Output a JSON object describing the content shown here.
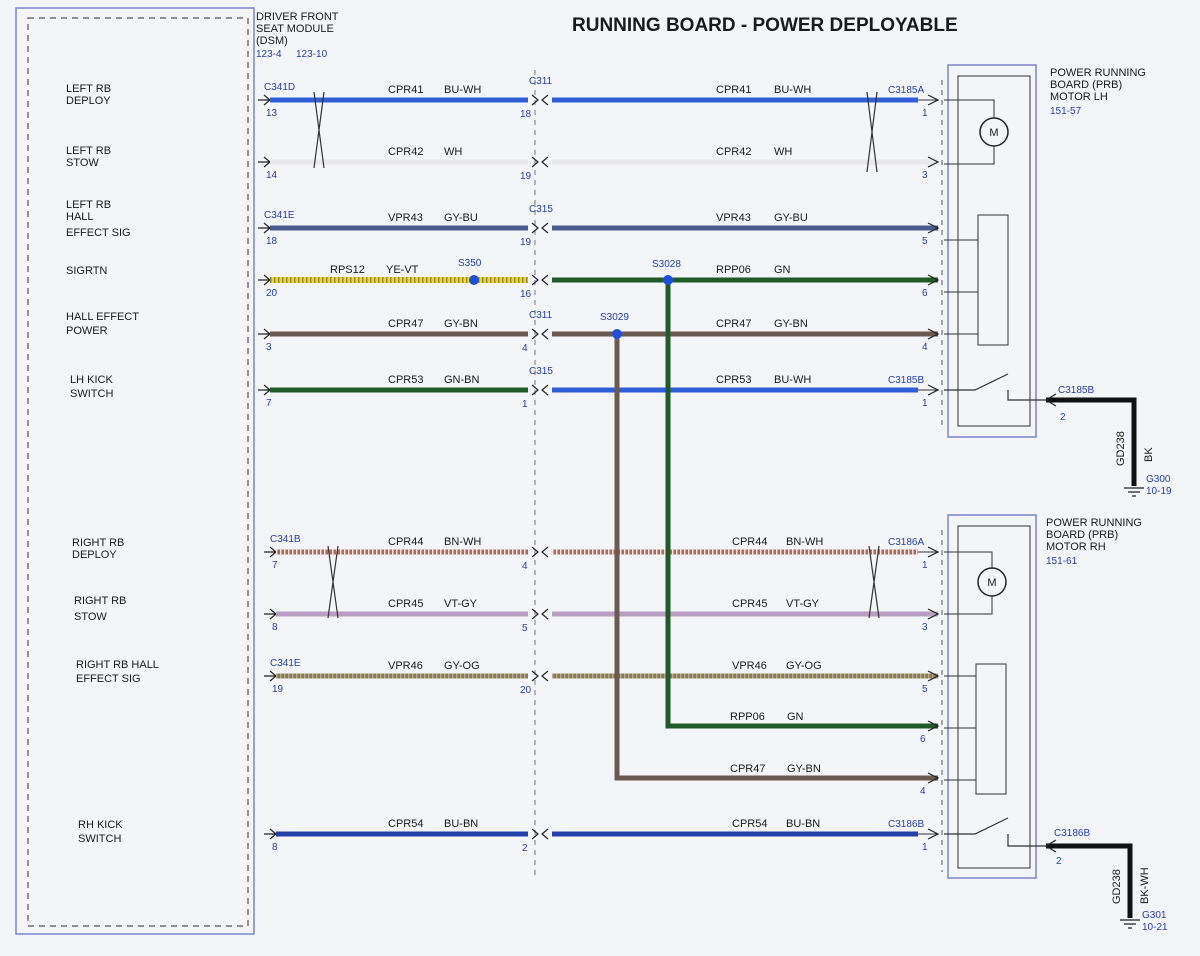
{
  "title": "RUNNING BOARD - POWER DEPLOYABLE",
  "dsm": {
    "line1": "DRIVER FRONT",
    "line2": "SEAT MODULE",
    "line3": "(DSM)",
    "ref1": "123-4",
    "ref2": "123-10"
  },
  "signals": [
    {
      "l1": "LEFT RB",
      "l2": "DEPLOY",
      "l3": ""
    },
    {
      "l1": "LEFT RB",
      "l2": "STOW",
      "l3": ""
    },
    {
      "l1": "LEFT RB",
      "l2": "HALL",
      "l3": "EFFECT SIG"
    },
    {
      "l1": "SIGRTN",
      "l2": "",
      "l3": ""
    },
    {
      "l1": "HALL EFFECT",
      "l2": "POWER",
      "l3": ""
    },
    {
      "l1": "LH KICK",
      "l2": "SWITCH",
      "l3": ""
    },
    {
      "l1": "RIGHT RB",
      "l2": "DEPLOY",
      "l3": ""
    },
    {
      "l1": "RIGHT RB",
      "l2": "STOW",
      "l3": ""
    },
    {
      "l1": "RIGHT RB HALL",
      "l2": "EFFECT SIG",
      "l3": ""
    },
    {
      "l1": "RH KICK",
      "l2": "SWITCH",
      "l3": ""
    }
  ],
  "wires": [
    {
      "id": "w1",
      "color": "#2f5fd6",
      "stripe": "#ffffff",
      "lpin": "13",
      "lconn": "C341D",
      "lcirc": "CPR41",
      "lcol": "BU-WH",
      "mconn": "C311",
      "mpin": "18",
      "rcirc": "CPR41",
      "rcol": "BU-WH",
      "rconn": "C3185A",
      "rpin": "1"
    },
    {
      "id": "w2",
      "color": "#e8e8e8",
      "stripe": "#c8c8c8",
      "lpin": "14",
      "lconn": "",
      "lcirc": "CPR42",
      "lcol": "WH",
      "mconn": "",
      "mpin": "19",
      "rcirc": "CPR42",
      "rcol": "WH",
      "rconn": "",
      "rpin": "3"
    },
    {
      "id": "w3",
      "color": "#4b5a8e",
      "stripe": "#9aa0a8",
      "lpin": "18",
      "lconn": "C341E",
      "lcirc": "VPR43",
      "lcol": "GY-BU",
      "mconn": "C315",
      "mpin": "19",
      "rcirc": "VPR43",
      "rcol": "GY-BU",
      "rconn": "",
      "rpin": "5"
    },
    {
      "id": "w4",
      "color": "#e6d84a",
      "stripe": "#9a8a2a",
      "lpin": "20",
      "lconn": "",
      "lcirc": "RPS12",
      "lcol": "YE-VT",
      "mconn": "",
      "mpin": "16",
      "rcirc": "RPP06",
      "rcol": "GN",
      "rconn": "",
      "rpin": "6"
    },
    {
      "id": "w5",
      "color": "#6a5a50",
      "stripe": "#8a8a8a",
      "lpin": "3",
      "lconn": "",
      "lcirc": "CPR47",
      "lcol": "GY-BN",
      "mconn": "C311",
      "mpin": "4",
      "rcirc": "CPR47",
      "rcol": "GY-BN",
      "rconn": "",
      "rpin": "4"
    },
    {
      "id": "w6",
      "color": "#1f5a28",
      "stripe": "#6a5a40",
      "lpin": "7",
      "lconn": "",
      "lcirc": "CPR53",
      "lcol": "GN-BN",
      "mconn": "C315",
      "mpin": "1",
      "rcirc": "CPR53",
      "rcol": "BU-WH",
      "rconn": "C3185B",
      "rpin": "1"
    },
    {
      "id": "w7",
      "color": "#b06a5a",
      "stripe": "#f0e0e0",
      "lpin": "7",
      "lconn": "C341B",
      "lcirc": "CPR44",
      "lcol": "BN-WH",
      "mconn": "",
      "mpin": "4",
      "rcirc": "CPR44",
      "rcol": "BN-WH",
      "rconn": "C3186A",
      "rpin": "1"
    },
    {
      "id": "w8",
      "color": "#cc90d8",
      "stripe": "#a8a8b0",
      "lpin": "8",
      "lconn": "",
      "lcirc": "CPR45",
      "lcol": "VT-GY",
      "mconn": "",
      "mpin": "5",
      "rcirc": "CPR45",
      "rcol": "VT-GY",
      "rconn": "",
      "rpin": "3"
    },
    {
      "id": "w9",
      "color": "#8a7a50",
      "stripe": "#b0a890",
      "lpin": "19",
      "lconn": "C341E",
      "lcirc": "VPR46",
      "lcol": "GY-OG",
      "mconn": "",
      "mpin": "20",
      "rcirc": "VPR46",
      "rcol": "GY-OG",
      "rconn": "",
      "rpin": "5"
    },
    {
      "id": "w10",
      "color": "#233fa8",
      "stripe": "#6a5a40",
      "lpin": "8",
      "lconn": "",
      "lcirc": "CPR54",
      "lcol": "BU-BN",
      "mconn": "",
      "mpin": "2",
      "rcirc": "CPR54",
      "rcol": "BU-BN",
      "rconn": "C3186B",
      "rpin": "1"
    }
  ],
  "lh_motor": {
    "l1": "POWER RUNNING",
    "l2": "BOARD (PRB)",
    "l3": "MOTOR LH",
    "ref": "151-57",
    "motor": "M"
  },
  "rh_motor": {
    "l1": "POWER RUNNING",
    "l2": "BOARD (PRB)",
    "l3": "MOTOR RH",
    "ref": "151-61",
    "motor": "M"
  },
  "splices": {
    "s350": "S350",
    "s3028": "S3028",
    "s3029": "S3029"
  },
  "rh_extra": {
    "g_circ": "RPP06",
    "g_col": "GN",
    "g_pin": "6",
    "p_circ": "CPR47",
    "p_col": "GY-BN",
    "p_pin": "4"
  },
  "ground_lh": {
    "conn": "C3185B",
    "pin": "2",
    "circ": "GD238",
    "col": "BK",
    "gnd": "G300",
    "ref": "10-19"
  },
  "ground_rh": {
    "conn": "C3186B",
    "pin": "2",
    "circ": "GD238",
    "col": "BK-WH",
    "gnd": "G301",
    "ref": "10-21"
  },
  "colors": {
    "frame": "#7a86c8",
    "ground_wire": "#111111",
    "splice": "#1f4fd8",
    "green": "#1f5a28",
    "brown": "#6a5a50"
  }
}
